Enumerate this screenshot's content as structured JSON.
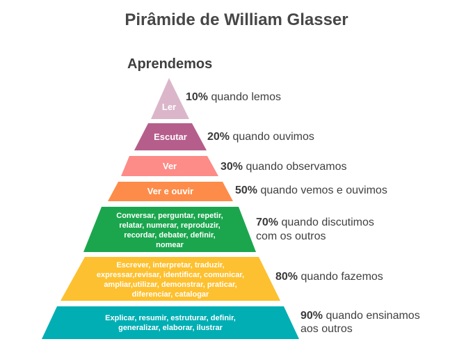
{
  "title": "Pirâmide de William Glasser",
  "subtitle": "Aprendemos",
  "tiers": [
    {
      "label_lines": [
        "Ler"
      ],
      "percent": "10%",
      "desc_lines": [
        "quando lemos"
      ],
      "color": "#dbb6ca"
    },
    {
      "label_lines": [
        "Escutar"
      ],
      "percent": "20%",
      "desc_lines": [
        "quando ouvimos"
      ],
      "color": "#b55e8c"
    },
    {
      "label_lines": [
        "Ver"
      ],
      "percent": "30%",
      "desc_lines": [
        "quando observamos"
      ],
      "color": "#fd8b87"
    },
    {
      "label_lines": [
        "Ver e ouvir"
      ],
      "percent": "50%",
      "desc_lines": [
        "quando vemos e ouvimos"
      ],
      "color": "#fd8c4a"
    },
    {
      "label_lines": [
        "Conversar, perguntar, repetir,",
        "relatar, numerar, reproduzir,",
        "recordar, debater, definir,",
        "nomear"
      ],
      "percent": "70%",
      "desc_lines": [
        "quando discutimos",
        "com os outros"
      ],
      "color": "#1ba64e"
    },
    {
      "label_lines": [
        "Escrever, interpretar, traduzir,",
        "expressar,revisar, identificar, comunicar,",
        "ampliar,utilizar, demonstrar, praticar,",
        "diferenciar, catalogar"
      ],
      "percent": "80%",
      "desc_lines": [
        "quando fazemos"
      ],
      "color": "#fdc030"
    },
    {
      "label_lines": [
        "Explicar, resumir, estruturar, definir,",
        "generalizar, elaborar, ilustrar"
      ],
      "percent": "90%",
      "desc_lines": [
        "quando ensinamos",
        "aos outros"
      ],
      "color": "#00aeb4"
    }
  ]
}
